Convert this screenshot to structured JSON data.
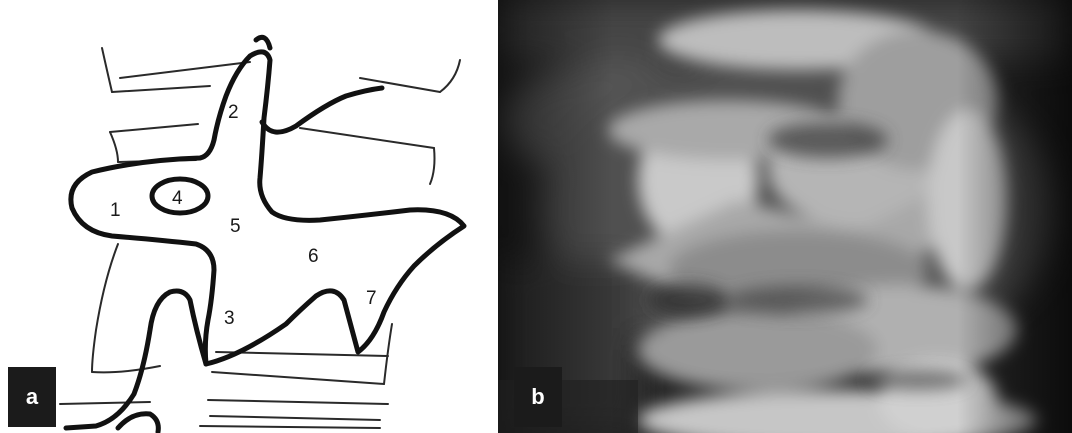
{
  "panel_a": {
    "tag": "a",
    "labels": [
      "1",
      "2",
      "3",
      "4",
      "5",
      "6",
      "7"
    ]
  },
  "panel_b": {
    "tag": "b"
  }
}
